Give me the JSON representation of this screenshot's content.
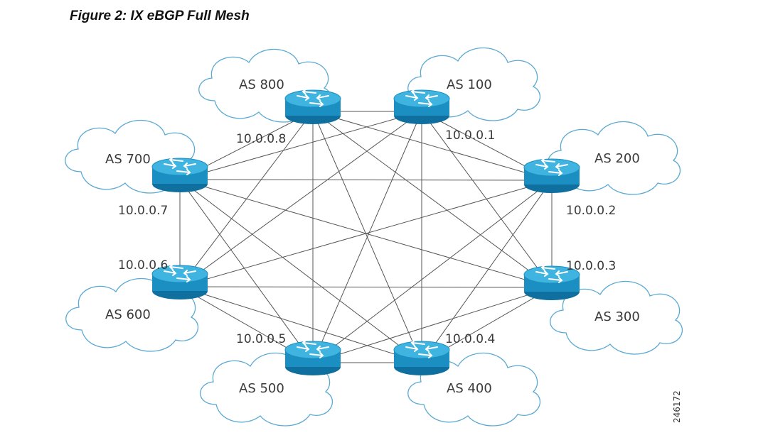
{
  "figure": {
    "caption": "Figure 2: IX eBGP Full Mesh",
    "id": "246172"
  },
  "colors": {
    "cloud_stroke": "#5aa9d3",
    "router_body": "#1b8fc1",
    "router_top": "#3fb4e0",
    "router_dark": "#0f6f9e",
    "link": "#555555",
    "arrow": "#ffffff"
  },
  "routers": [
    {
      "id": "r800",
      "as": "AS 800",
      "ip": "10.0.0.8"
    },
    {
      "id": "r100",
      "as": "AS 100",
      "ip": "10.0.0.1"
    },
    {
      "id": "r200",
      "as": "AS 200",
      "ip": "10.0.0.2"
    },
    {
      "id": "r300",
      "as": "AS 300",
      "ip": "10.0.0.3"
    },
    {
      "id": "r400",
      "as": "AS 400",
      "ip": "10.0.0.4"
    },
    {
      "id": "r500",
      "as": "AS 500",
      "ip": "10.0.0.5"
    },
    {
      "id": "r600",
      "as": "AS 600",
      "ip": "10.0.0.6"
    },
    {
      "id": "r700",
      "as": "AS 700",
      "ip": "10.0.0.7"
    }
  ]
}
